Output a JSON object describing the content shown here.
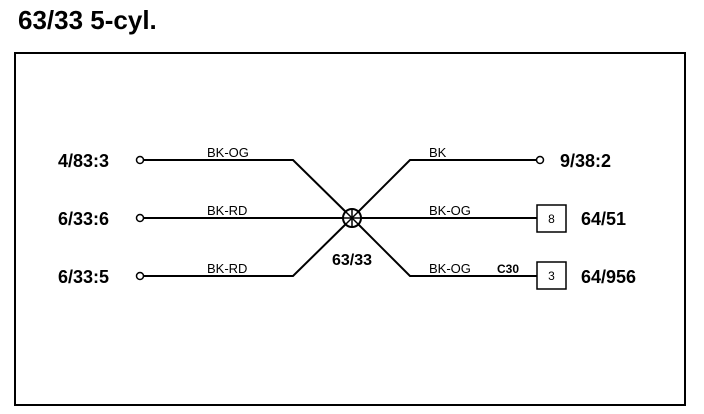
{
  "title": "63/33 5-cyl.",
  "splice": {
    "label": "63/33"
  },
  "left_terminals": [
    {
      "label": "4/83:3",
      "wire_color": "BK-OG"
    },
    {
      "label": "6/33:6",
      "wire_color": "BK-RD"
    },
    {
      "label": "6/33:5",
      "wire_color": "BK-RD"
    }
  ],
  "right_terminals": [
    {
      "label": "9/38:2",
      "wire_color": "BK",
      "connector": "",
      "pin": ""
    },
    {
      "label": "64/51",
      "wire_color": "BK-OG",
      "connector": "",
      "pin": "8"
    },
    {
      "label": "64/956",
      "wire_color": "BK-OG",
      "connector": "C30",
      "pin": "3"
    }
  ],
  "colors": {
    "line": "#000000",
    "background": "#ffffff"
  }
}
